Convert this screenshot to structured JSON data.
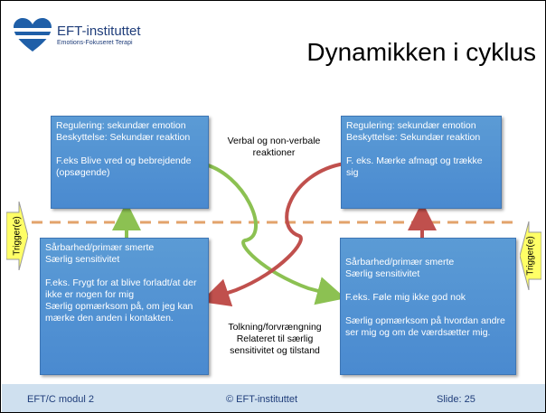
{
  "header": {
    "logo_name": "EFT-instituttet",
    "logo_sub": "Emotions-Fokuseret Terapi",
    "title": "Dynamikken i cyklus"
  },
  "boxes": {
    "top_left": {
      "line1": "Regulering: sekundær emotion",
      "line2": "Beskyttelse: Sekundær reaktion",
      "line3": "F.eks Blive vred og bebrejdende (opsøgende)"
    },
    "top_right": {
      "line1": "Regulering: sekundær emotion",
      "line2": "Beskyttelse: Sekundær reaktion",
      "line3": "F. eks. Mærke afmagt og trække sig"
    },
    "bottom_left": {
      "line1": "Sårbarhed/primær smerte",
      "line2": "Særlig sensitivitet",
      "line3": "F.eks. Frygt for at blive forladt/at der ikke er nogen for mig",
      "line4": "Særlig opmærksom på, om jeg kan mærke den anden i kontakten."
    },
    "bottom_right": {
      "line1": "Sårbarhed/primær smerte",
      "line2": "Særlig sensitivitet",
      "line3": "F.eks. Føle mig ikke god nok",
      "line4": "Særlig opmærksom på hvordan andre ser mig og om de værdsætter mig."
    }
  },
  "labels": {
    "verbal": "Verbal og non-verbale reaktioner",
    "tolkning_1": "Tolkning/forvrængning",
    "tolkning_2": "Relateret til særlig",
    "tolkning_3": "sensitivitet og tilstand",
    "trigger_left": "Trigger(e)",
    "trigger_right": "Trigger(e)"
  },
  "footer": {
    "left": "EFT/C modul 2",
    "center": "© EFT-instituttet",
    "right": "Slide: 25"
  },
  "colors": {
    "box_blue": "#5b9bd5",
    "arrow_green": "#8cc152",
    "arrow_red": "#c0504d",
    "dashed_orange": "#e2a36b",
    "trigger_yellow": "#ffff66",
    "footer_bg": "#cfe0ef"
  }
}
